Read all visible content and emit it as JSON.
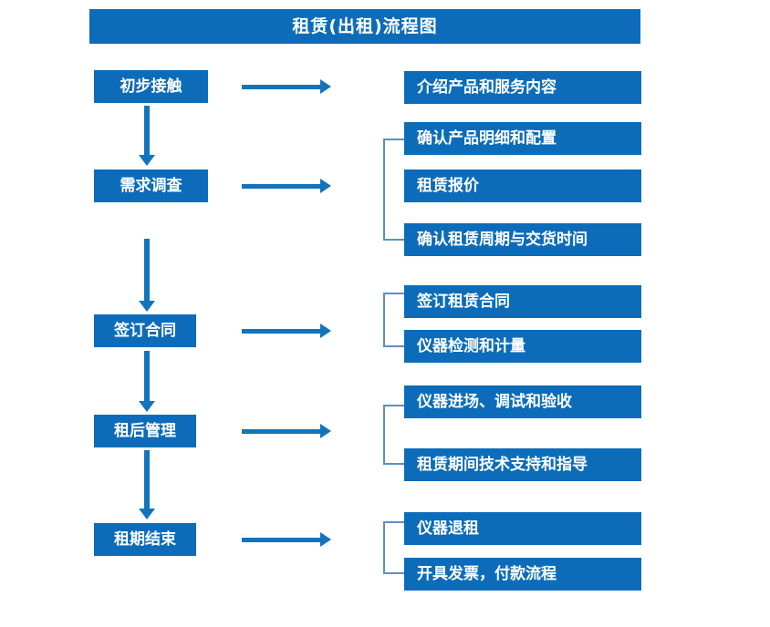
{
  "title": {
    "text": "租赁(出租)流程图"
  },
  "colors": {
    "box_fill": "#0d6cb9",
    "box_text": "#ffffff",
    "arrow": "#1274bd",
    "bracket": "#5b8fc4",
    "background": "#ffffff"
  },
  "stages": [
    {
      "id": "initial-contact",
      "label": "初步接触"
    },
    {
      "id": "demand-survey",
      "label": "需求调查"
    },
    {
      "id": "sign-contract",
      "label": "签订合同"
    },
    {
      "id": "post-rental-management",
      "label": "租后管理"
    },
    {
      "id": "lease-end",
      "label": "租期结束"
    }
  ],
  "details": [
    {
      "id": "intro-products-services",
      "label": "介绍产品和服务内容"
    },
    {
      "id": "confirm-product-details",
      "label": "确认产品明细和配置"
    },
    {
      "id": "rental-quotation",
      "label": "租赁报价"
    },
    {
      "id": "confirm-period-delivery",
      "label": "确认租赁周期与交货时间"
    },
    {
      "id": "sign-rental-contract",
      "label": "签订租赁合同"
    },
    {
      "id": "instrument-test-measure",
      "label": "仪器检测和计量"
    },
    {
      "id": "instrument-entry-commission-acceptance",
      "label": "仪器进场、调试和验收"
    },
    {
      "id": "technical-support-guidance",
      "label": "租赁期间技术支持和指导"
    },
    {
      "id": "instrument-return",
      "label": "仪器退租"
    },
    {
      "id": "invoice-payment-process",
      "label": "开具发票，付款流程"
    }
  ]
}
